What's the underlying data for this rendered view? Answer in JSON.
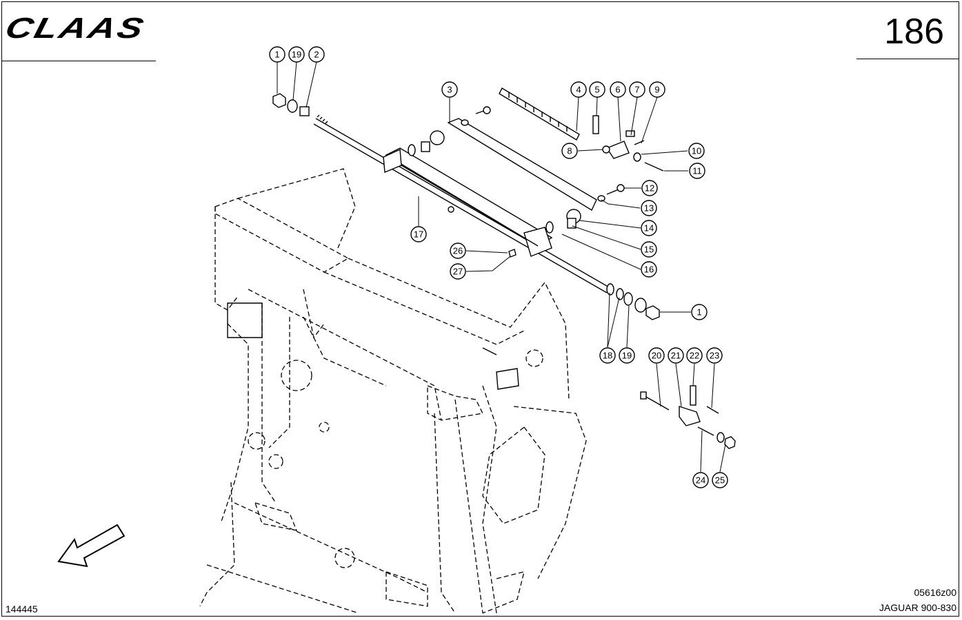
{
  "header": {
    "logo_text": "CLAAS",
    "page_number": "186"
  },
  "footer": {
    "drawing_id": "144445",
    "figure_code": "05616z00",
    "model": "JAGUAR 900-830"
  },
  "callouts": [
    {
      "id": "c1a",
      "label": "1"
    },
    {
      "id": "c19a",
      "label": "19"
    },
    {
      "id": "c2",
      "label": "2"
    },
    {
      "id": "c3",
      "label": "3"
    },
    {
      "id": "c4",
      "label": "4"
    },
    {
      "id": "c5",
      "label": "5"
    },
    {
      "id": "c6",
      "label": "6"
    },
    {
      "id": "c7",
      "label": "7"
    },
    {
      "id": "c9",
      "label": "9"
    },
    {
      "id": "c8",
      "label": "8"
    },
    {
      "id": "c10",
      "label": "10"
    },
    {
      "id": "c11",
      "label": "11"
    },
    {
      "id": "c12",
      "label": "12"
    },
    {
      "id": "c13",
      "label": "13"
    },
    {
      "id": "c14",
      "label": "14"
    },
    {
      "id": "c15",
      "label": "15"
    },
    {
      "id": "c16",
      "label": "16"
    },
    {
      "id": "c17",
      "label": "17"
    },
    {
      "id": "c26",
      "label": "26"
    },
    {
      "id": "c27",
      "label": "27"
    },
    {
      "id": "c1b",
      "label": "1"
    },
    {
      "id": "c18",
      "label": "18"
    },
    {
      "id": "c19b",
      "label": "19"
    },
    {
      "id": "c20",
      "label": "20"
    },
    {
      "id": "c21",
      "label": "21"
    },
    {
      "id": "c22",
      "label": "22"
    },
    {
      "id": "c23",
      "label": "23"
    },
    {
      "id": "c24",
      "label": "24"
    },
    {
      "id": "c25",
      "label": "25"
    }
  ]
}
